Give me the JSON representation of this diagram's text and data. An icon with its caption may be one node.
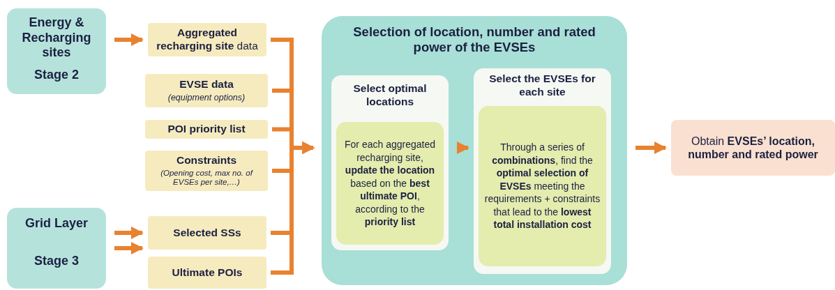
{
  "diagram": {
    "nodes": [
      {
        "text": [
          "Energy & Recharging sites",
          "Stage 2"
        ]
      },
      {
        "text": [
          "**Aggregated recharging site** data"
        ]
      },
      {
        "text": [
          "EVSE data",
          "(equipment options)"
        ]
      },
      {
        "text": [
          "POI priority list"
        ]
      },
      {
        "text": [
          "Constraints",
          "(Opening cost, max no. of EVSEs per site,…)"
        ]
      },
      {
        "text": [
          "Grid Layer",
          "Stage 3"
        ]
      },
      {
        "text": [
          "Selected SSs"
        ]
      },
      {
        "text": [
          "Ultimate POIs"
        ]
      },
      {
        "text": [
          "Selection of location, number and rated power of the EVSEs"
        ]
      },
      {
        "text": [
          "Select optimal locations"
        ],
        "in": 8
      },
      {
        "text": [
          "For each aggregated recharging site, **update the location** based on the **best ultimate POI**, according to the **priority list**"
        ],
        "in": 9
      },
      {
        "text": [
          "Select the EVSEs for each site"
        ],
        "in": 8
      },
      {
        "text": [
          "Through a series of **combinations**, find the **optimal selection of EVSEs** meeting the requirements + constraints that lead to the **lowest total installation cost**"
        ],
        "in": 11
      },
      {
        "text": [
          "Obtain **EVSEs’ location, number and rated power**"
        ]
      }
    ],
    "edges": [
      {
        "from": 0,
        "to": 1,
        "arrow": "to"
      },
      {
        "from": 5,
        "to": 6,
        "arrow": "to"
      },
      {
        "from": 5,
        "to": 7,
        "arrow": "to"
      },
      {
        "from": 1,
        "to": 8,
        "arrow": "to"
      },
      {
        "from": 2,
        "to": 8,
        "arrow": "to"
      },
      {
        "from": 3,
        "to": 8,
        "arrow": "to"
      },
      {
        "from": 4,
        "to": 8,
        "arrow": "to"
      },
      {
        "from": 6,
        "to": 8,
        "arrow": "to"
      },
      {
        "from": 7,
        "to": 8,
        "arrow": "to"
      },
      {
        "from": 9,
        "to": 11,
        "arrow": "to"
      },
      {
        "from": 8,
        "to": 13,
        "arrow": "to"
      }
    ]
  }
}
